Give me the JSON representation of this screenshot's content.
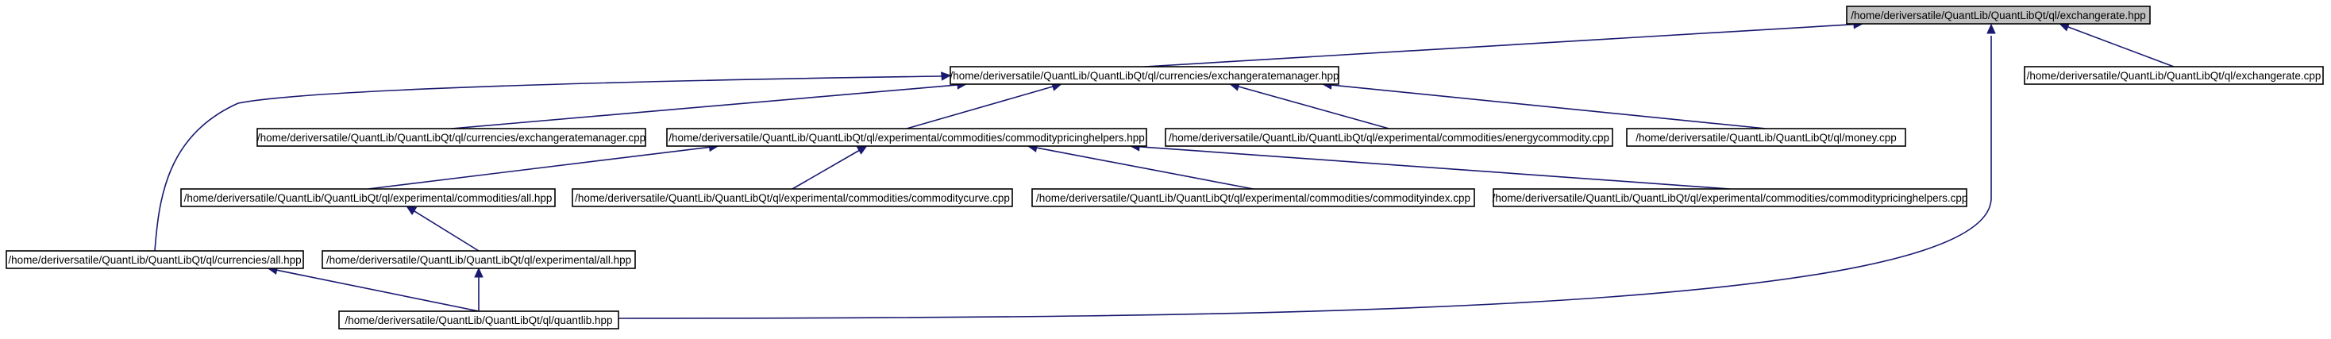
{
  "graph": {
    "nodes": [
      {
        "id": "exchangerate_hpp",
        "label": "/home/deriversatile/QuantLib/QuantLibQt/ql/exchangerate.hpp",
        "root": true
      },
      {
        "id": "exchangeratemanager_hpp",
        "label": "/home/deriversatile/QuantLib/QuantLibQt/ql/currencies/exchangeratemanager.hpp"
      },
      {
        "id": "exchangerate_cpp",
        "label": "/home/deriversatile/QuantLib/QuantLibQt/ql/exchangerate.cpp"
      },
      {
        "id": "exchangeratemanager_cpp",
        "label": "/home/deriversatile/QuantLib/QuantLibQt/ql/currencies/exchangeratemanager.cpp"
      },
      {
        "id": "commoditypricinghelpers_hpp",
        "label": "/home/deriversatile/QuantLib/QuantLibQt/ql/experimental/commodities/commoditypricinghelpers.hpp"
      },
      {
        "id": "energycommodity_cpp",
        "label": "/home/deriversatile/QuantLib/QuantLibQt/ql/experimental/commodities/energycommodity.cpp"
      },
      {
        "id": "money_cpp",
        "label": "/home/deriversatile/QuantLib/QuantLibQt/ql/money.cpp"
      },
      {
        "id": "commodities_all_hpp",
        "label": "/home/deriversatile/QuantLib/QuantLibQt/ql/experimental/commodities/all.hpp"
      },
      {
        "id": "commoditycurve_cpp",
        "label": "/home/deriversatile/QuantLib/QuantLibQt/ql/experimental/commodities/commoditycurve.cpp"
      },
      {
        "id": "commodityindex_cpp",
        "label": "/home/deriversatile/QuantLib/QuantLibQt/ql/experimental/commodities/commodityindex.cpp"
      },
      {
        "id": "commoditypricinghelpers_cpp",
        "label": "/home/deriversatile/QuantLib/QuantLibQt/ql/experimental/commodities/commoditypricinghelpers.cpp"
      },
      {
        "id": "currencies_all_hpp",
        "label": "/home/deriversatile/QuantLib/QuantLibQt/ql/currencies/all.hpp"
      },
      {
        "id": "experimental_all_hpp",
        "label": "/home/deriversatile/QuantLib/QuantLibQt/ql/experimental/all.hpp"
      },
      {
        "id": "quantlib_hpp",
        "label": "/home/deriversatile/QuantLib/QuantLibQt/ql/quantlib.hpp"
      }
    ],
    "edges": [
      {
        "from": "exchangeratemanager_hpp",
        "to": "exchangerate_hpp"
      },
      {
        "from": "exchangerate_cpp",
        "to": "exchangerate_hpp"
      },
      {
        "from": "quantlib_hpp",
        "to": "exchangerate_hpp"
      },
      {
        "from": "exchangeratemanager_cpp",
        "to": "exchangeratemanager_hpp"
      },
      {
        "from": "commoditypricinghelpers_hpp",
        "to": "exchangeratemanager_hpp"
      },
      {
        "from": "energycommodity_cpp",
        "to": "exchangeratemanager_hpp"
      },
      {
        "from": "money_cpp",
        "to": "exchangeratemanager_hpp"
      },
      {
        "from": "currencies_all_hpp",
        "to": "exchangeratemanager_hpp"
      },
      {
        "from": "commodities_all_hpp",
        "to": "commoditypricinghelpers_hpp"
      },
      {
        "from": "commoditycurve_cpp",
        "to": "commoditypricinghelpers_hpp"
      },
      {
        "from": "commodityindex_cpp",
        "to": "commoditypricinghelpers_hpp"
      },
      {
        "from": "commoditypricinghelpers_cpp",
        "to": "commoditypricinghelpers_hpp"
      },
      {
        "from": "experimental_all_hpp",
        "to": "commodities_all_hpp"
      },
      {
        "from": "quantlib_hpp",
        "to": "experimental_all_hpp"
      },
      {
        "from": "quantlib_hpp",
        "to": "currencies_all_hpp"
      }
    ],
    "colors": {
      "edge": "#191970",
      "root_fill": "#bfbfbf",
      "node_fill": "#ffffff",
      "border": "#000000"
    }
  }
}
